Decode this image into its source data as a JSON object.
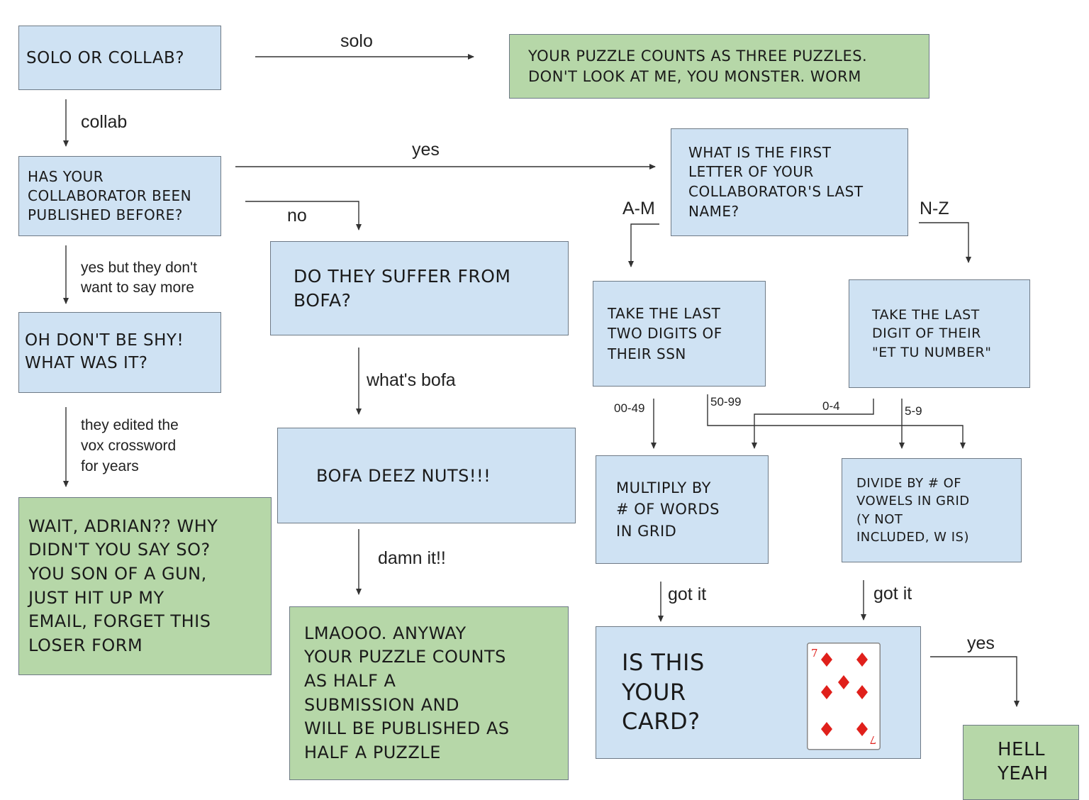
{
  "boxes": {
    "q_solo": "SOLO OR COLLAB?",
    "r_solo": "YOUR PUZZLE COUNTS AS THREE PUZZLES.\nDON'T LOOK AT ME, YOU MONSTER. WORM",
    "q_published": "HAS YOUR\nCOLLABORATOR BEEN\nPUBLISHED BEFORE?",
    "q_first_letter": "WHAT IS THE FIRST\nLETTER OF YOUR\nCOLLABORATOR'S LAST\nNAME?",
    "q_shy": "OH DON'T BE SHY!\nWHAT WAS IT?",
    "q_bofa": "DO THEY SUFFER FROM\nBOFA?",
    "q_ssn": "TAKE THE LAST\nTWO DIGITS OF\nTHEIR SSN",
    "q_et_tu": "TAKE THE LAST\nDIGIT OF THEIR\n\"ET TU NUMBER\"",
    "r_bofa_nuts": "BOFA DEEZ NUTS!!!",
    "q_multiply": "MULTIPLY BY\n# OF WORDS\nIN GRID",
    "q_divide": "DIVIDE BY # OF\nVOWELS IN GRID\n(Y NOT\nINCLUDED, W IS)",
    "r_adrian": "WAIT, ADRIAN?? WHY\nDIDN'T YOU SAY SO?\nYOU SON OF A GUN,\nJUST HIT UP MY\nEMAIL, FORGET THIS\nLOSER FORM",
    "r_lmao": "LMAOOO. ANYWAY\nYOUR PUZZLE COUNTS\nAS HALF A\nSUBMISSION AND\nWILL BE PUBLISHED AS\nHALF A PUZZLE",
    "q_card": "IS THIS\nYOUR\nCARD?",
    "r_hell_yeah": "HELL\nYEAH"
  },
  "edges": {
    "solo": "solo",
    "collab": "collab",
    "yes_top": "yes",
    "no": "no",
    "yes_but": "yes but they don't\nwant to say more",
    "a_m": "A-M",
    "n_z": "N-Z",
    "whats_bofa": "what's bofa",
    "edited_vox": "they edited the\nvox crossword\nfor years",
    "r_00_49": "00-49",
    "r_50_99": "50-99",
    "r_0_4": "0-4",
    "r_5_9": "5-9",
    "damn_it": "damn it!!",
    "got_it_left": "got it",
    "got_it_right": "got it",
    "yes_card": "yes"
  },
  "card": {
    "rank": "7",
    "suit_icon": "diamond-icon",
    "suit_color": "#e0201b"
  },
  "colors": {
    "question_fill": "#cfe2f3",
    "result_fill": "#b6d7a8",
    "border": "#6e7a86",
    "line": "#333333"
  }
}
